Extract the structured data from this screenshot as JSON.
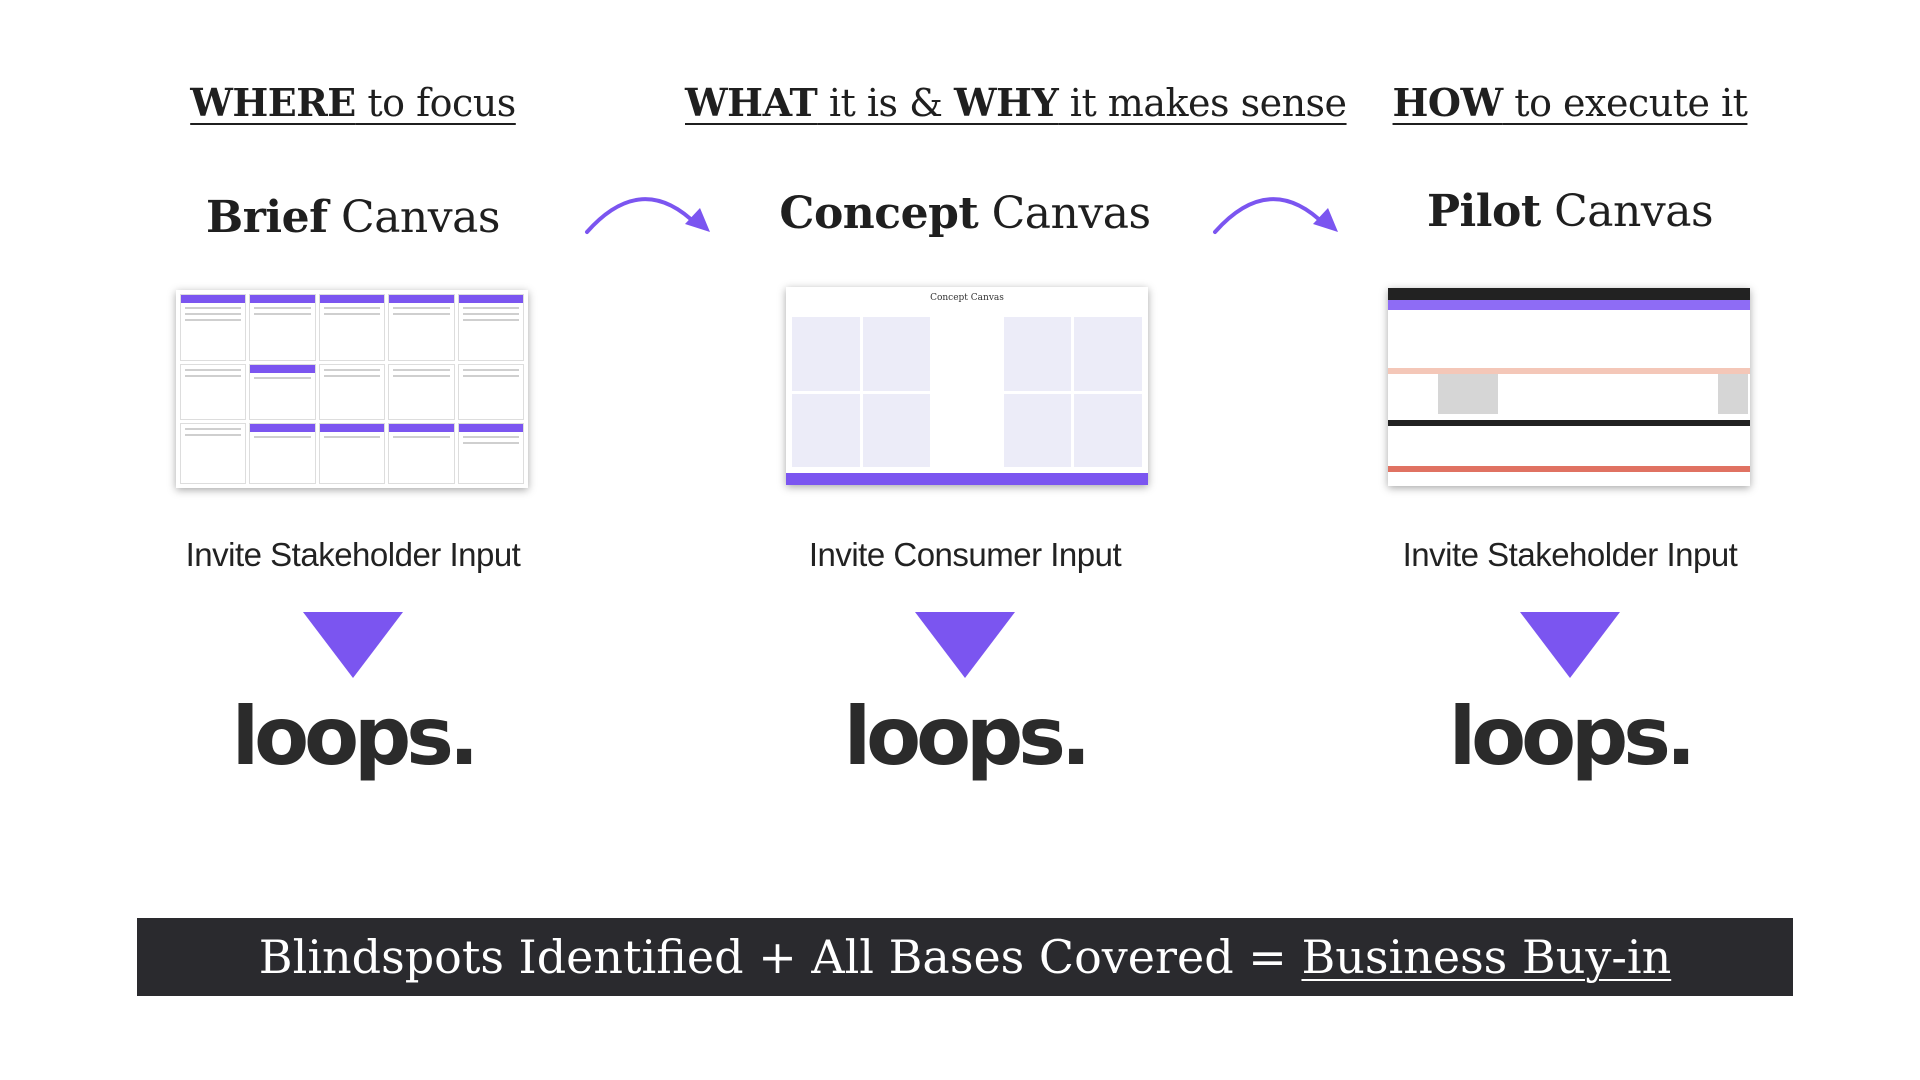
{
  "columns": [
    {
      "heading_strong": "WHERE",
      "heading_rest": " to focus",
      "title_strong": "Brief",
      "title_rest": " Canvas",
      "invite": "Invite Stakeholder Input",
      "logo": "loops."
    },
    {
      "heading_strong": "WHAT",
      "heading_mid": " it is & ",
      "heading_strong2": "WHY",
      "heading_rest": " it makes sense",
      "title_strong": "Concept",
      "title_rest": " Canvas",
      "invite": "Invite Consumer Input",
      "logo": "loops.",
      "thumb_title": "Concept Canvas"
    },
    {
      "heading_strong": "HOW",
      "heading_rest": " to execute it",
      "title_strong": "Pilot",
      "title_rest": " Canvas",
      "invite": "Invite Stakeholder Input",
      "logo": "loops."
    }
  ],
  "banner": {
    "text": "Blindspots Identified + All Bases Covered = ",
    "underlined": "Business Buy-in"
  },
  "colors": {
    "accent": "#7b55f0",
    "banner_bg": "#2a2a2e"
  },
  "icons": [
    "curved-arrow-icon",
    "down-triangle-icon"
  ]
}
